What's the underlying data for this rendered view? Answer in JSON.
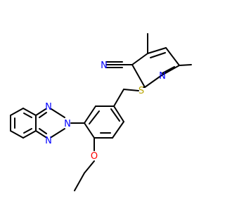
{
  "molecule": {
    "atoms": {
      "nitrile_n": {
        "text": "N",
        "color": "#0000ff"
      },
      "pyridine_n": {
        "text": "N",
        "color": "#0000ff"
      },
      "sulfur": {
        "text": "S",
        "color": "#b8a400"
      },
      "triazole_n1": {
        "text": "N",
        "color": "#0000ff"
      },
      "triazole_n2": {
        "text": "N",
        "color": "#0000ff"
      },
      "triazole_n3": {
        "text": "N",
        "color": "#0000ff"
      },
      "oxygen": {
        "text": "O",
        "color": "#ff0000"
      }
    }
  }
}
